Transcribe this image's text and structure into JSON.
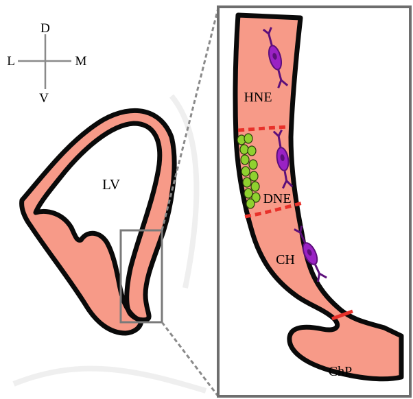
{
  "compass": {
    "d": "D",
    "v": "V",
    "l": "L",
    "m": "M"
  },
  "left_panel": {
    "ventricle_label": "LV"
  },
  "inset": {
    "regions": [
      "HNE",
      "DNE",
      "CH",
      "ChP"
    ]
  },
  "colors": {
    "tissue_fill": "#f79a88",
    "tissue_outline": "#0a0a0a",
    "boundary_dashed": "#e8312a",
    "boundary_solid": "#e8312a",
    "neuron": "#9a22c4",
    "neuron_dark": "#5c0f7a",
    "progenitor_cells": "#8fd12f",
    "frame": "#7a7a7a"
  }
}
